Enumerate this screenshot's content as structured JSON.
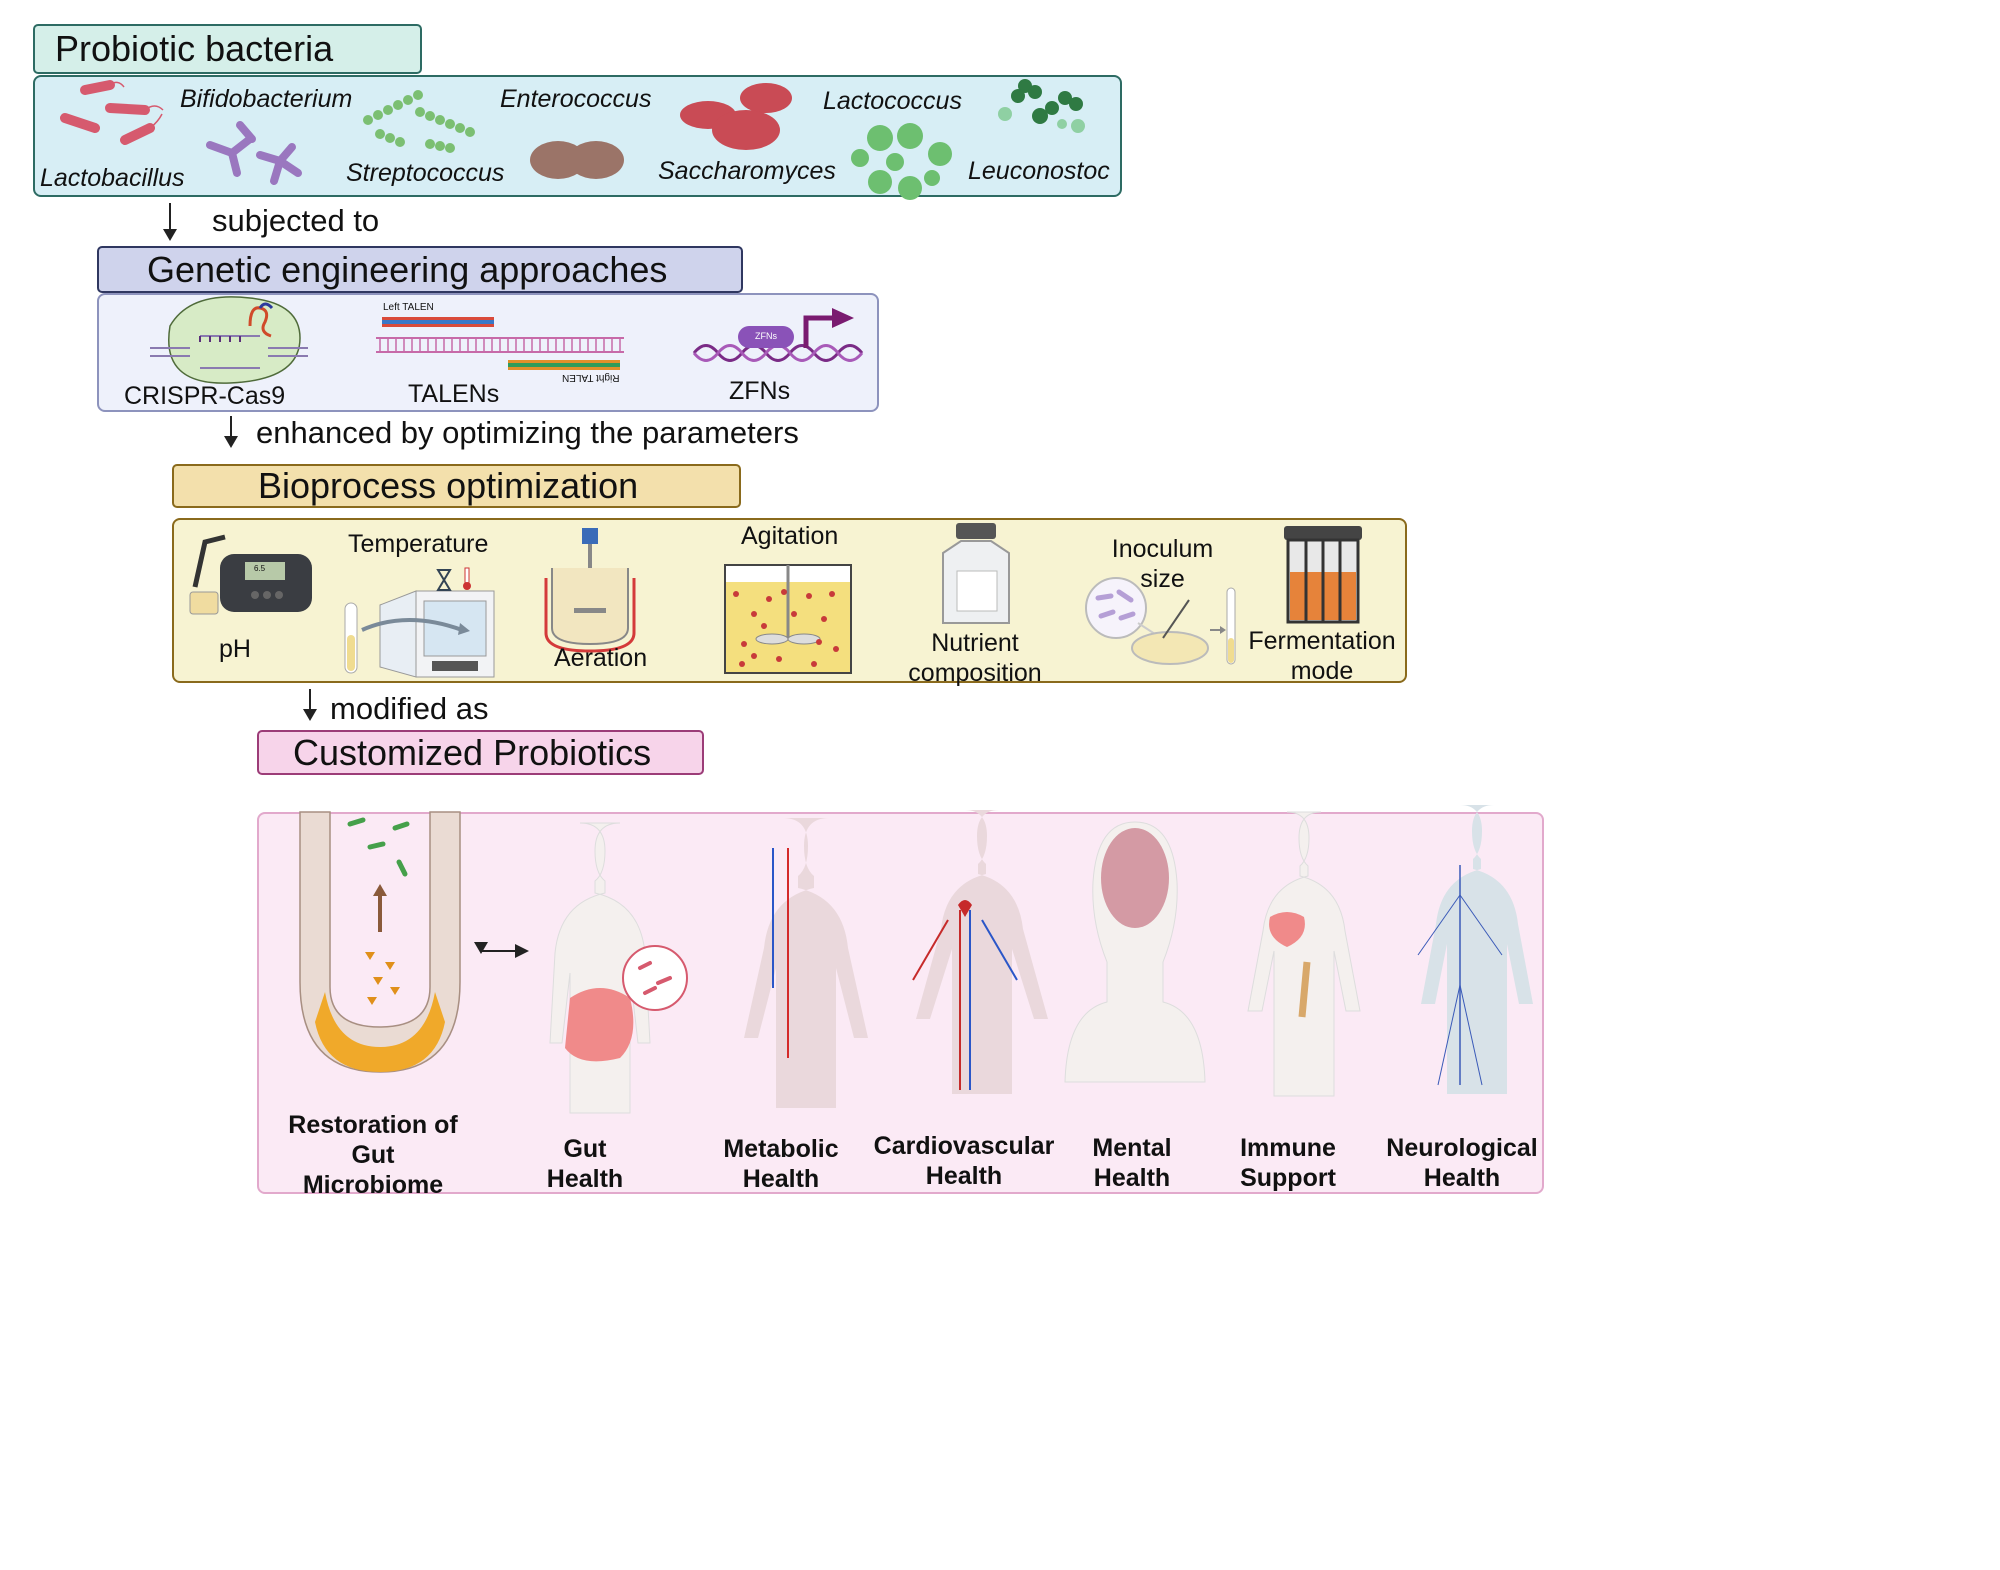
{
  "probiotic": {
    "title": "Probiotic bacteria",
    "species": [
      "Lactobacillus",
      "Bifidobacterium",
      "Streptococcus",
      "Enterococcus",
      "Saccharomyces",
      "Lactococcus",
      "Leuconostoc"
    ]
  },
  "flow1": "subjected to",
  "genetic": {
    "title": "Genetic engineering approaches",
    "tools": [
      "CRISPR-Cas9",
      "TALENs",
      "ZFNs"
    ],
    "left_talen": "Left TALEN",
    "right_talen": "Right TALEN",
    "zfn_badge": "ZFNs"
  },
  "flow2": "enhanced by optimizing the parameters",
  "bioprocess": {
    "title": "Bioprocess optimization",
    "params": [
      "pH",
      "Temperature",
      "Aeration",
      "Agitation",
      "Nutrient composition",
      "Inoculum size",
      "Fermentation mode"
    ],
    "meter_reading": "6.5"
  },
  "flow3": "modified as",
  "customized": {
    "title": "Customized Probiotics",
    "outcomes": [
      "Restoration of Gut Microbiome",
      "Gut Health",
      "Metabolic Health",
      "Cardiovascular Health",
      "Mental Health",
      "Immune Support",
      "Neurological Health"
    ]
  },
  "colors": {
    "probiotic_fill": "#d5efe9",
    "probiotic_border": "#2d6b63",
    "probiotic_panel": "#d7eef5",
    "genetic_fill": "#cfd3ec",
    "genetic_border": "#2f3760",
    "genetic_panel": "#eef1fb",
    "bio_fill": "#f3e0ac",
    "bio_border": "#8a6a1c",
    "bio_panel": "#f7f3d2",
    "custom_fill": "#f7d4ea",
    "custom_border": "#9c3c78",
    "custom_panel": "#fbeaf5"
  }
}
